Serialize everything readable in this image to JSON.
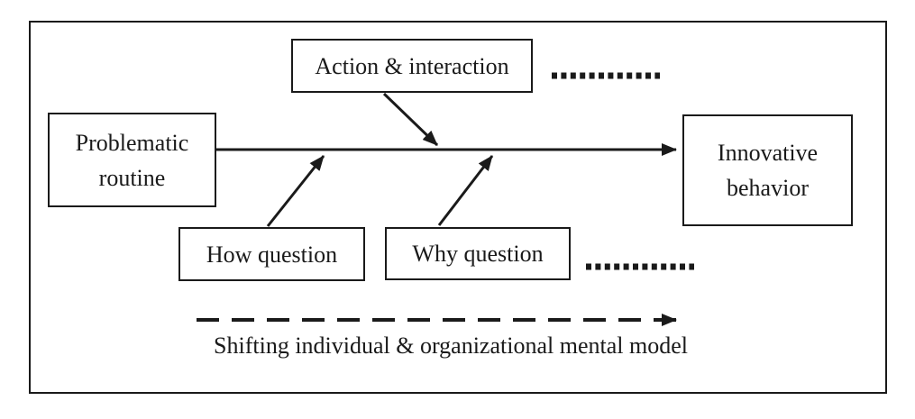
{
  "colors": {
    "ink": "#1a1a1a",
    "background": "#ffffff"
  },
  "diagram": {
    "nodes": {
      "problematic_routine": "Problematic routine",
      "action_interaction": "Action & interaction",
      "innovative_behavior": "Innovative behavior",
      "how_question": "How question",
      "why_question": "Why question"
    },
    "connectors": {
      "main_flow": "problematic-routine to innovative-behavior",
      "action_to_flow": "action-interaction down to main flow",
      "how_to_flow": "how-question up to main flow",
      "why_to_flow": "why-question up to main flow",
      "dotted_top": "trailing dots after action-interaction",
      "dotted_bottom": "trailing dots after why-question",
      "dashed_bottom": "shifting mental model arrow"
    },
    "caption": "Shifting individual & organizational mental model"
  }
}
